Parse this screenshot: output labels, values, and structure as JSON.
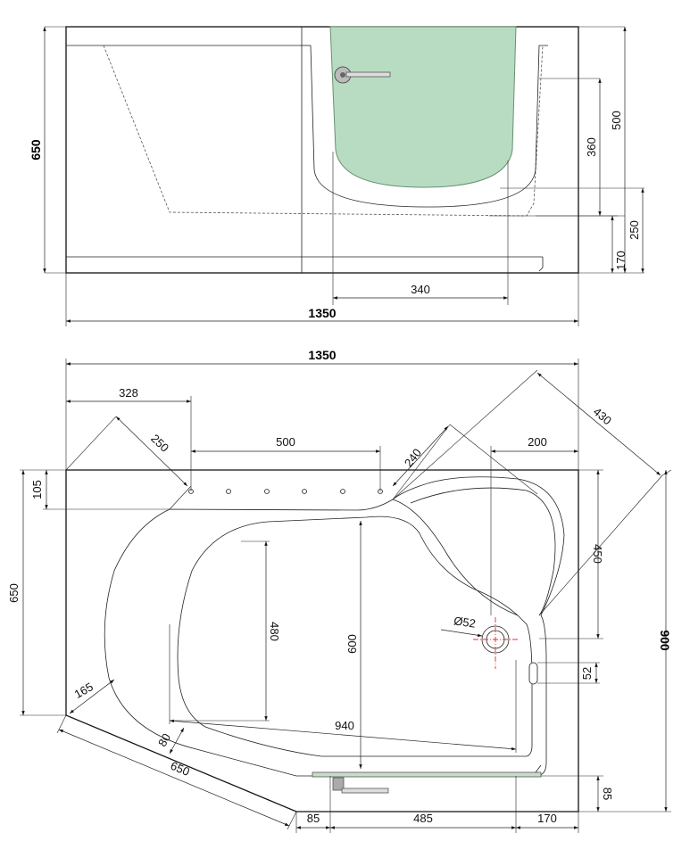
{
  "colors": {
    "seat_fill": "#b8dcc2",
    "seat_stroke": "#6a8f6f",
    "red_cross": "#e0302a",
    "line": "#111111",
    "door_fill": "#c9dcc9"
  },
  "side_view": {
    "labels": {
      "height_650": "650",
      "dim_500": "500",
      "dim_360": "360",
      "dim_250": "250",
      "dim_170": "170",
      "dim_340": "340",
      "width_1350": "1350"
    },
    "icons": [
      "door-handle-icon"
    ]
  },
  "top_view": {
    "labels": {
      "width_1350": "1350",
      "dim_328": "328",
      "dim_250": "250",
      "dim_500": "500",
      "dim_240": "240",
      "dim_200": "200",
      "dim_430": "430",
      "dim_105": "105",
      "dim_650_left": "650",
      "dim_450": "450",
      "height_900": "900",
      "dim_480": "480",
      "dim_600": "600",
      "dim_940": "940",
      "drain_dia": "Ø52",
      "dim_52": "52",
      "dim_165": "165",
      "dim_80": "80",
      "dim_650_diag": "650",
      "dim_85_bottom": "85",
      "dim_485": "485",
      "dim_170": "170",
      "dim_85_right": "85"
    },
    "icons": [
      "drain-icon",
      "overflow-icon",
      "door-handle-icon",
      "jet-nozzle-icon"
    ]
  }
}
